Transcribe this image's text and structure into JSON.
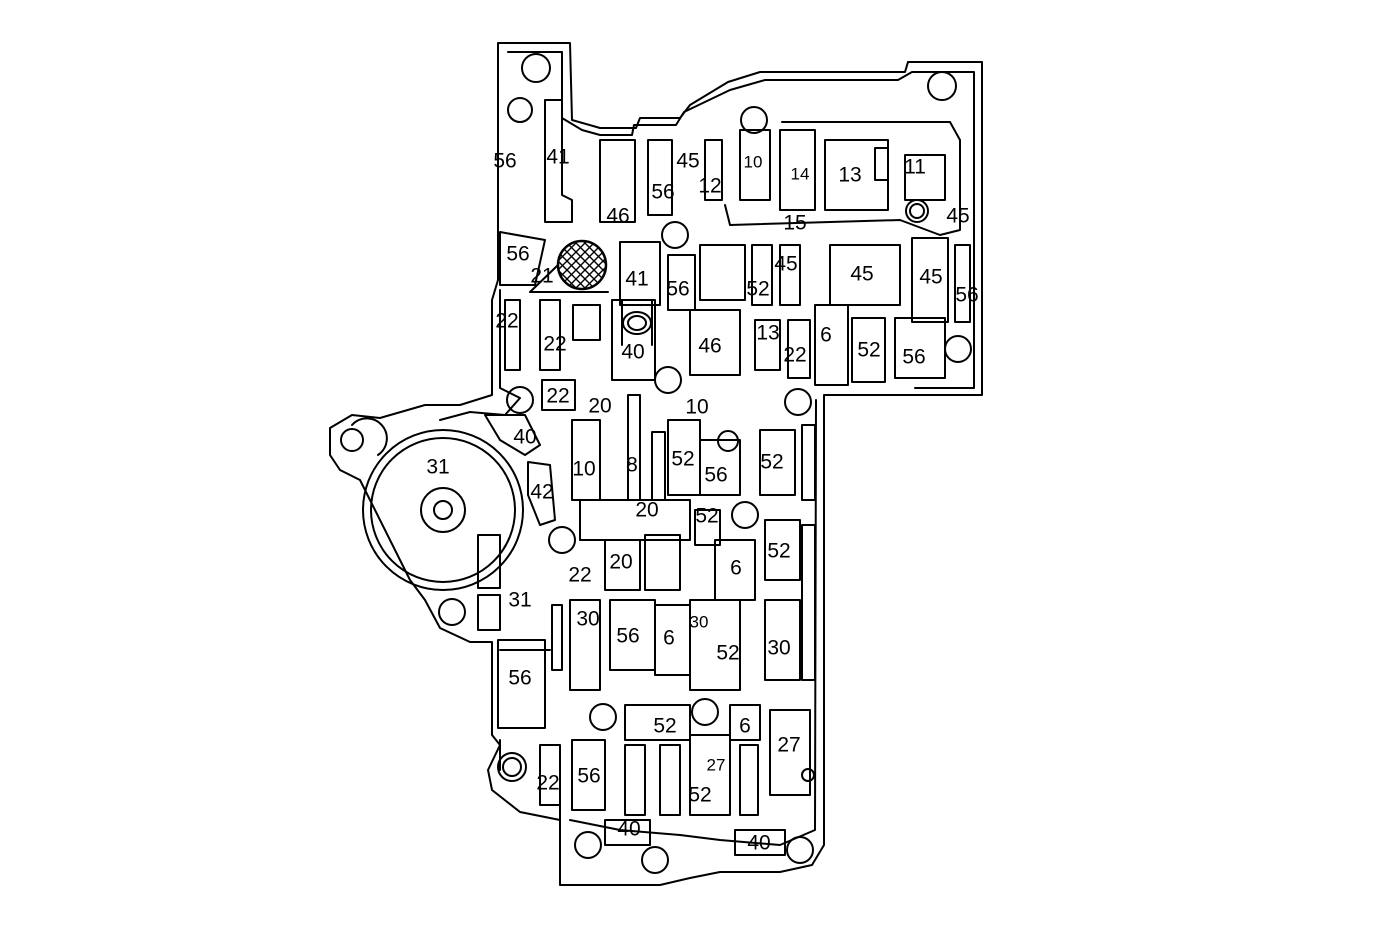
{
  "diagram": {
    "outline_color": "#000000",
    "background_color": "#ffffff",
    "hatched_feature": "checkball (cross-hatched circle)",
    "labels": [
      {
        "id": "l01",
        "text": "56"
      },
      {
        "id": "l02",
        "text": "41"
      },
      {
        "id": "l03",
        "text": "46"
      },
      {
        "id": "l04",
        "text": "45"
      },
      {
        "id": "l05",
        "text": "56"
      },
      {
        "id": "l06",
        "text": "12"
      },
      {
        "id": "l07",
        "text": "10"
      },
      {
        "id": "l08",
        "text": "14"
      },
      {
        "id": "l09",
        "text": "13"
      },
      {
        "id": "l10",
        "text": "11"
      },
      {
        "id": "l11",
        "text": "15"
      },
      {
        "id": "l12",
        "text": "45"
      },
      {
        "id": "l13",
        "text": "56"
      },
      {
        "id": "l14",
        "text": "21"
      },
      {
        "id": "l15",
        "text": "41"
      },
      {
        "id": "l16",
        "text": "56"
      },
      {
        "id": "l17",
        "text": "52"
      },
      {
        "id": "l18",
        "text": "45"
      },
      {
        "id": "l19",
        "text": "45"
      },
      {
        "id": "l20",
        "text": "45"
      },
      {
        "id": "l21",
        "text": "56"
      },
      {
        "id": "l22",
        "text": "22"
      },
      {
        "id": "l23",
        "text": "22"
      },
      {
        "id": "l24",
        "text": "40"
      },
      {
        "id": "l25",
        "text": "46"
      },
      {
        "id": "l26",
        "text": "13"
      },
      {
        "id": "l27",
        "text": "22"
      },
      {
        "id": "l28",
        "text": "6"
      },
      {
        "id": "l29",
        "text": "52"
      },
      {
        "id": "l30",
        "text": "56"
      },
      {
        "id": "l31",
        "text": "22"
      },
      {
        "id": "l32",
        "text": "20"
      },
      {
        "id": "l33",
        "text": "10"
      },
      {
        "id": "l34",
        "text": "40"
      },
      {
        "id": "l35",
        "text": "31"
      },
      {
        "id": "l36",
        "text": "10"
      },
      {
        "id": "l37",
        "text": "8"
      },
      {
        "id": "l38",
        "text": "52"
      },
      {
        "id": "l39",
        "text": "56"
      },
      {
        "id": "l40",
        "text": "52"
      },
      {
        "id": "l41",
        "text": "42"
      },
      {
        "id": "l42",
        "text": "20"
      },
      {
        "id": "l43",
        "text": "52"
      },
      {
        "id": "l44",
        "text": "20"
      },
      {
        "id": "l45",
        "text": "6"
      },
      {
        "id": "l46",
        "text": "52"
      },
      {
        "id": "l47",
        "text": "22"
      },
      {
        "id": "l48",
        "text": "31"
      },
      {
        "id": "l49",
        "text": "30"
      },
      {
        "id": "l50",
        "text": "56"
      },
      {
        "id": "l51",
        "text": "6"
      },
      {
        "id": "l52",
        "text": "30"
      },
      {
        "id": "l53",
        "text": "30"
      },
      {
        "id": "l54",
        "text": "52"
      },
      {
        "id": "l55",
        "text": "56"
      },
      {
        "id": "l56",
        "text": "52"
      },
      {
        "id": "l57",
        "text": "6"
      },
      {
        "id": "l58",
        "text": "27"
      },
      {
        "id": "l59",
        "text": "27"
      },
      {
        "id": "l60",
        "text": "22"
      },
      {
        "id": "l61",
        "text": "56"
      },
      {
        "id": "l62",
        "text": "52"
      },
      {
        "id": "l63",
        "text": "40"
      },
      {
        "id": "l64",
        "text": "40"
      }
    ]
  }
}
